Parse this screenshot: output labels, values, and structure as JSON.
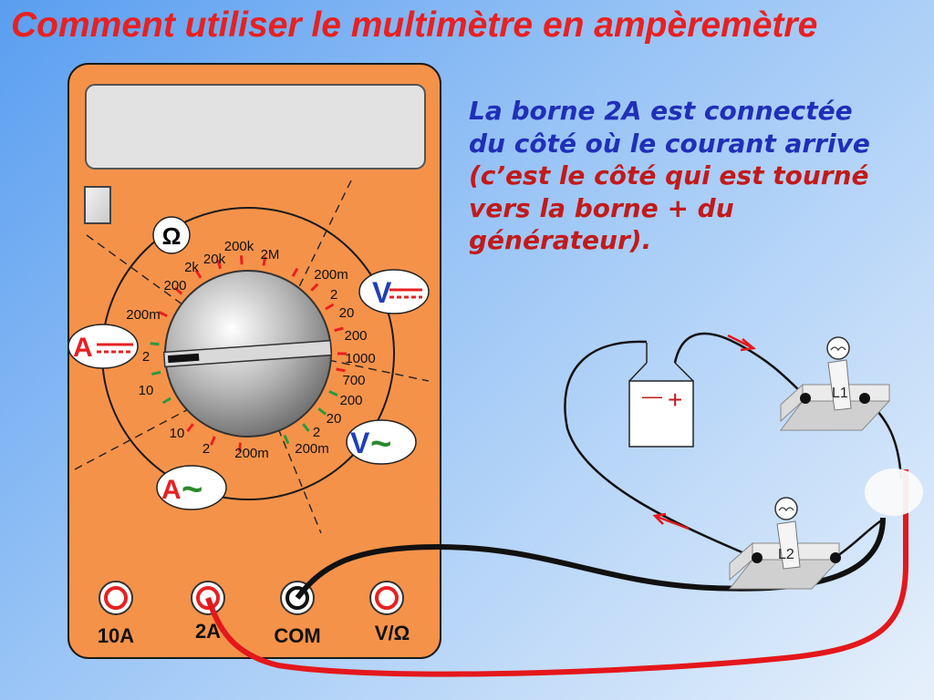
{
  "title": "Comment utiliser le multimètre en ampèremètre",
  "explanation": {
    "part1": "La borne 2A est connectée du côté où le courant arrive",
    "part2": "(c’est le côté qui est tourné vers la borne + du générateur)."
  },
  "dial": {
    "symbols": {
      "ohm": "Ω",
      "volt": "V",
      "amp": "A",
      "dc": "⎓",
      "ac": "~"
    },
    "labels": [
      "200",
      "2k",
      "20k",
      "200k",
      "2M",
      "200m",
      "2",
      "20",
      "200",
      "1000",
      "700",
      "200",
      "20",
      "2",
      "200m",
      "200m",
      "2",
      "10",
      "10",
      "2",
      "200m"
    ]
  },
  "terminals": {
    "t10a": "10A",
    "t2a": "2A",
    "tcom": "COM",
    "tvohm": "V/Ω"
  },
  "circuit": {
    "generator": {
      "minus": "—",
      "plus": "+"
    },
    "lamps": {
      "l1": "L1",
      "l2": "L2"
    }
  },
  "colors": {
    "title": "#e82020",
    "body": "#f5924a",
    "wire_red": "#e4171b",
    "wire_black": "#111111",
    "arrow": "#e4171b"
  }
}
